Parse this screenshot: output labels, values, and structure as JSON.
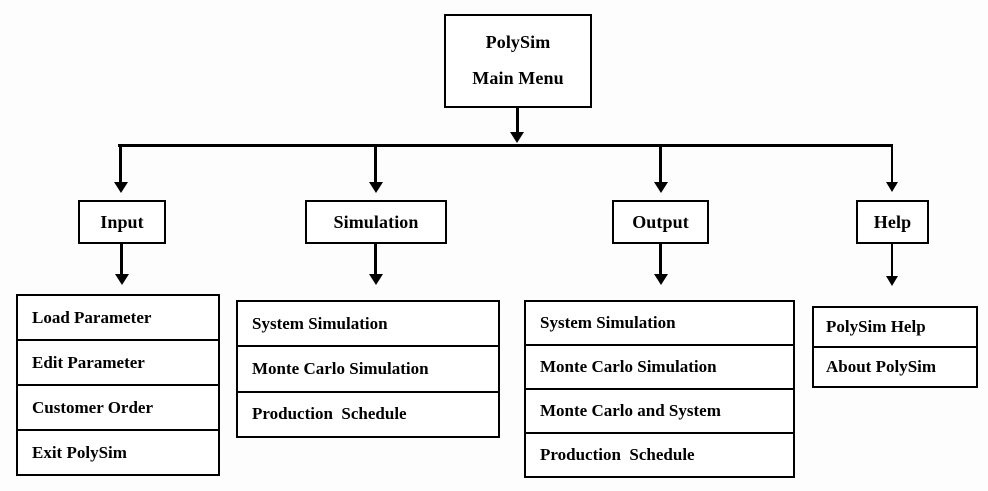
{
  "diagram": {
    "title": "PolySim Main Menu hierarchy",
    "background_color": "#fdfdfd",
    "line_color": "#000000",
    "box_fill_color": "#ffffff"
  },
  "root": {
    "line1": "PolySim",
    "line2": "Main Menu"
  },
  "branches": [
    {
      "key": "input",
      "label": "Input",
      "items": [
        "Load Parameter",
        "Edit Parameter",
        "Customer Order",
        "Exit PolySim"
      ]
    },
    {
      "key": "simulation",
      "label": "Simulation",
      "items": [
        "System Simulation",
        "Monte Carlo Simulation",
        "Production  Schedule"
      ]
    },
    {
      "key": "output",
      "label": "Output",
      "items": [
        "System Simulation",
        "Monte Carlo Simulation",
        "Monte Carlo and System",
        "Production  Schedule"
      ]
    },
    {
      "key": "help",
      "label": "Help",
      "items": [
        "PolySim Help",
        "About PolySim"
      ]
    }
  ]
}
